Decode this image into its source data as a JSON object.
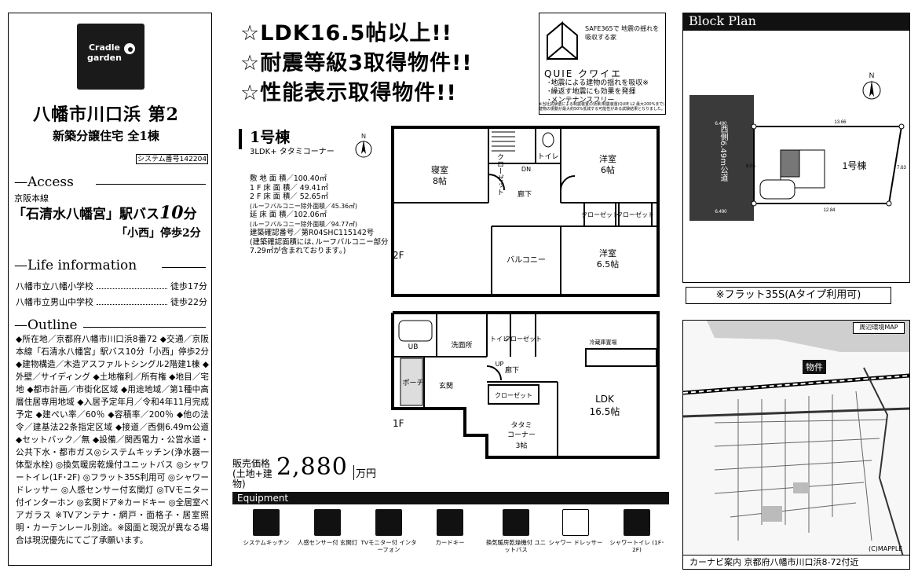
{
  "brand": {
    "logo_text": "Cradle garden"
  },
  "property": {
    "title": "八幡市川口浜 第2",
    "subtitle": "新築分譲住宅 全1棟",
    "system_number": "システム番号142204"
  },
  "access": {
    "heading": "—Access",
    "line_name": "京阪本線",
    "station": "「石清水八幡宮」駅",
    "bus": "バス",
    "bus_minutes": "10",
    "minutes_unit": "分",
    "stop_walk": "「小西」停歩2分"
  },
  "life": {
    "heading": "—Life information",
    "schools": [
      {
        "name": "八幡市立八幡小学校",
        "walk": "徒歩17分"
      },
      {
        "name": "八幡市立男山中学校",
        "walk": "徒歩22分"
      }
    ]
  },
  "outline": {
    "heading": "—Outline",
    "text": "◆所在地／京都府八幡市川口浜8番72 ◆交通／京阪本線「石清水八幡宮」駅バス10分「小西」停歩2分 ◆建物構造／木造アスファルトシングル2階建1棟 ◆外壁／サイディング ◆土地権利／所有権 ◆地目／宅地 ◆都市計画／市街化区域 ◆用途地域／第1種中高層住居専用地域 ◆入居予定年月／令和4年11月完成予定 ◆建ぺい率／60％ ◆容積率／200％ ◆他の法令／建基法22条指定区域 ◆接道／西側6.49m公道 ◆セットバック／無 ◆設備／関西電力・公営水道・公共下水・都市ガス◎システムキッチン(浄水器一体型水栓) ◎換気暖房乾燥付ユニットバス ◎シャワートイレ(1F･2F) ◎フラット35S利用可 ◎シャワードレッサー ◎人感センサー付玄関灯 ◎TVモニター付インターホン ◎玄関ドア※カードキー ◎全居室ペアガラス ※TVアンテナ・網戸・面格子・居室照明・カーテンレール別途。※図面と現況が異なる場合は現況優先にてご了承願います。"
  },
  "headlines": [
    "☆LDK16.5帖以上!!",
    "☆耐震等級3取得物件!!",
    "☆性能表示取得物件!!"
  ],
  "quie": {
    "safe_text": "SAFE365で 地震の揺れを 吸収する家",
    "title": "QUIE クワイエ",
    "bullets": [
      "･地震による建物の揺れを吸収※",
      "･繰返す地震にも効果を発揮",
      "･メンテナンスフリー"
    ],
    "footnote": "※当社試験値による制震装置の効果/制震装置(QUIE L2 最大200%まで)、建物の振動が最大約50%低減する可能性がある試験結果となりました。"
  },
  "building": {
    "name": "1号棟",
    "type": "3LDK+ タタミコーナー",
    "specs": [
      "敷 地 面 積／100.40㎡",
      "1 F 床 面 積／ 49.41㎡",
      "2 F 床 面 積／ 52.65㎡",
      "(ルーフバルコニー除外面積／45.36㎡)",
      "延 床 面 積／102.06㎡",
      "(ルーフバルコニー除外面積／94.77㎡)",
      "建築確認番号／第R04SHC115142号",
      "(建築確認面積には､ルーフバルコニー部分",
      "7.29㎡が含まれております｡)"
    ]
  },
  "floor2": {
    "label": "2F",
    "rooms": {
      "bed": "寝室",
      "bed_size": "8帖",
      "closet1": "クローゼット",
      "dn": "DN",
      "toilet": "トイレ",
      "western1": "洋室",
      "western1_size": "6帖",
      "hall": "廊下",
      "closet2": "クローゼット",
      "closet3": "クローゼット",
      "balcony": "バルコニー",
      "western2": "洋室",
      "western2_size": "6.5帖"
    }
  },
  "floor1": {
    "label": "1F",
    "rooms": {
      "ub": "UB",
      "wash": "洗面所",
      "toilet": "トイレ",
      "closet1": "クローゼット",
      "up": "UP",
      "hall": "廊下",
      "porch": "ポーチ",
      "entrance": "玄関",
      "closet2": "クローゼット",
      "ldk": "LDK",
      "ldk_size": "16.5帖",
      "tatami": "タタミ",
      "corner": "コーナー",
      "tatami_size": "3帖",
      "fridge": "冷蔵庫置場"
    }
  },
  "price": {
    "label": "販売価格 (土地+建物)",
    "value": "2,880",
    "unit": "万円"
  },
  "equipment": {
    "heading": "Equipment",
    "items": [
      {
        "caption": "システムキッチン",
        "icon": "kitchen-icon"
      },
      {
        "caption": "人感センサー付 玄関灯",
        "icon": "sensor-light-icon"
      },
      {
        "caption": "TVモニター付 インターフォン",
        "icon": "intercom-icon"
      },
      {
        "caption": "カードキー",
        "icon": "card-key-icon"
      },
      {
        "caption": "換気暖房乾燥機付 ユニットバス",
        "icon": "bath-dryer-icon"
      },
      {
        "caption": "シャワー ドレッサー",
        "icon": "shower-icon"
      },
      {
        "caption": "シャワートイレ (1F･2F)",
        "icon": "toilet-icon"
      }
    ]
  },
  "block_plan": {
    "heading": "Block Plan",
    "road_label": "西側6.49m公道",
    "lot_label": "1号棟",
    "dims": {
      "top": "13.66",
      "bottom": "12.84",
      "right": "7.63",
      "road_top": "6.490",
      "road_bottom": "6.490",
      "left": "8.05"
    }
  },
  "flat35": "※フラット35S(Aタイプ利用可)",
  "map": {
    "title": "周辺環境MAP",
    "marker": "物件",
    "copyright": "(C)MAPPLE",
    "caption": "カーナビ案内 京都府八幡市川口浜8-72付近"
  }
}
